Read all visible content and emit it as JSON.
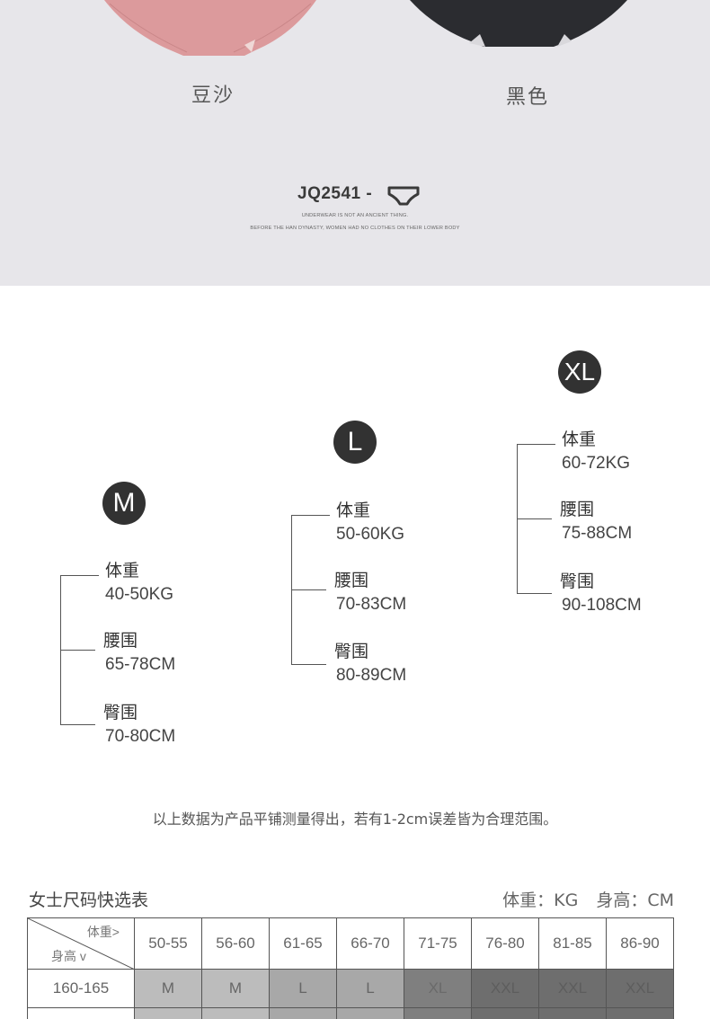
{
  "banner": {
    "colors": [
      {
        "label": "豆沙",
        "swatch": "#dc9a9c"
      },
      {
        "label": "黑色",
        "swatch": "#2b2c30"
      }
    ],
    "model_code": "JQ2541 -",
    "tagline_1": "UNDERWEAR IS NOT AN ANCIENT THING.",
    "tagline_2": "BEFORE THE HAN DYNASTY, WOMEN HAD NO CLOTHES ON THEIR LOWER BODY"
  },
  "sizes": [
    {
      "size": "M",
      "weight_label": "体重",
      "weight": "40-50KG",
      "waist_label": "腰围",
      "waist": "65-78CM",
      "hip_label": "臀围",
      "hip": "70-80CM"
    },
    {
      "size": "L",
      "weight_label": "体重",
      "weight": "50-60KG",
      "waist_label": "腰围",
      "waist": "70-83CM",
      "hip_label": "臀围",
      "hip": "80-89CM"
    },
    {
      "size": "XL",
      "weight_label": "体重",
      "weight": "60-72KG",
      "waist_label": "腰围",
      "waist": "75-88CM",
      "hip_label": "臀围",
      "hip": "90-108CM"
    }
  ],
  "note": "以上数据为产品平铺测量得出，若有1-2cm误差皆为合理范围。",
  "table": {
    "title": "女士尺码快选表",
    "unit_weight": "体重：KG",
    "unit_height": "身高：CM",
    "corner_top": "体重>",
    "corner_bottom": "身高 v",
    "weight_columns": [
      "50-55",
      "56-60",
      "61-65",
      "66-70",
      "71-75",
      "76-80",
      "81-85",
      "86-90"
    ],
    "rows": [
      {
        "height": "160-165",
        "cells": [
          "M",
          "M",
          "L",
          "L",
          "XL",
          "XXL",
          "XXL",
          "XXL"
        ]
      },
      {
        "height": "",
        "cells": [
          "",
          "",
          "",
          "",
          "",
          "",
          "",
          ""
        ]
      }
    ]
  }
}
